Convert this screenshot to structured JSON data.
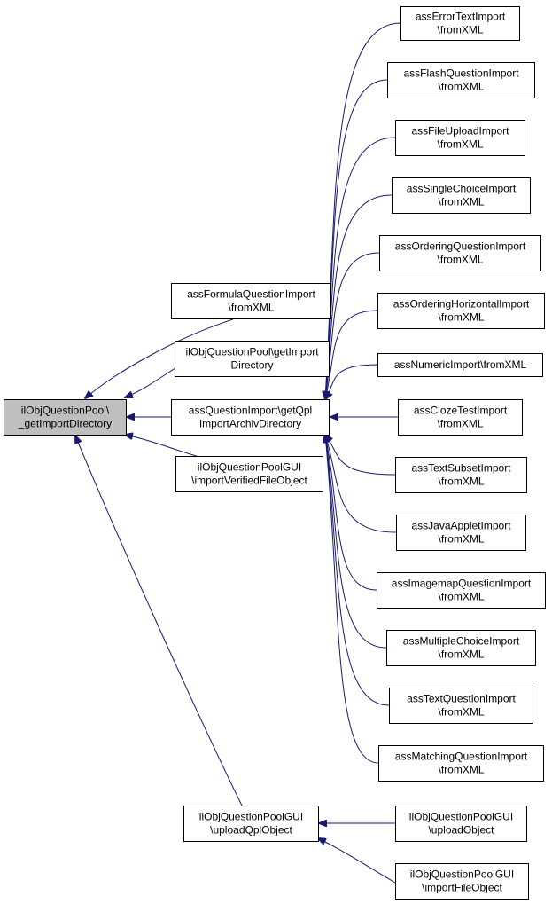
{
  "colors": {
    "edge": "#191970",
    "node_border": "#000000",
    "node_fill": "#ffffff",
    "highlight_fill": "#bfbfbf"
  },
  "nodes": {
    "root": [
      "ilObjQuestionPool\\",
      "_getImportDirectory"
    ],
    "formula": [
      "assFormulaQuestionImport",
      "\\fromXML"
    ],
    "pool_get": [
      "ilObjQuestionPool\\getImport",
      "Directory"
    ],
    "qimport": [
      "assQuestionImport\\getQpl",
      "ImportArchivDirectory"
    ],
    "gui_verified": [
      "ilObjQuestionPoolGUI",
      "\\importVerifiedFileObject"
    ],
    "gui_upload": [
      "ilObjQuestionPoolGUI",
      "\\uploadQplObject"
    ],
    "error_text": [
      "assErrorTextImport",
      "\\fromXML"
    ],
    "flash": [
      "assFlashQuestionImport",
      "\\fromXML"
    ],
    "file_upload": [
      "assFileUploadImport",
      "\\fromXML"
    ],
    "single_choice": [
      "assSingleChoiceImport",
      "\\fromXML"
    ],
    "ordering": [
      "assOrderingQuestionImport",
      "\\fromXML"
    ],
    "ordering_h": [
      "assOrderingHorizontalImport",
      "\\fromXML"
    ],
    "numeric": [
      "assNumericImport\\fromXML"
    ],
    "cloze": [
      "assClozeTestImport",
      "\\fromXML"
    ],
    "text_subset": [
      "assTextSubsetImport",
      "\\fromXML"
    ],
    "java": [
      "assJavaAppletImport",
      "\\fromXML"
    ],
    "imagemap": [
      "assImagemapQuestionImport",
      "\\fromXML"
    ],
    "multiple_choice": [
      "assMultipleChoiceImport",
      "\\fromXML"
    ],
    "text_question": [
      "assTextQuestionImport",
      "\\fromXML"
    ],
    "matching": [
      "assMatchingQuestionImport",
      "\\fromXML"
    ],
    "upload_object": [
      "ilObjQuestionPoolGUI",
      "\\uploadObject"
    ],
    "import_file": [
      "ilObjQuestionPoolGUI",
      "\\importFileObject"
    ]
  },
  "edges": [
    [
      "formula",
      "root"
    ],
    [
      "pool_get",
      "root"
    ],
    [
      "qimport",
      "root"
    ],
    [
      "gui_verified",
      "root"
    ],
    [
      "gui_upload",
      "root"
    ],
    [
      "error_text",
      "qimport"
    ],
    [
      "flash",
      "qimport"
    ],
    [
      "file_upload",
      "qimport"
    ],
    [
      "single_choice",
      "qimport"
    ],
    [
      "ordering",
      "qimport"
    ],
    [
      "ordering_h",
      "qimport"
    ],
    [
      "numeric",
      "qimport"
    ],
    [
      "cloze",
      "qimport"
    ],
    [
      "text_subset",
      "qimport"
    ],
    [
      "java",
      "qimport"
    ],
    [
      "imagemap",
      "qimport"
    ],
    [
      "multiple_choice",
      "qimport"
    ],
    [
      "text_question",
      "qimport"
    ],
    [
      "matching",
      "qimport"
    ],
    [
      "upload_object",
      "gui_upload"
    ],
    [
      "import_file",
      "gui_upload"
    ]
  ]
}
